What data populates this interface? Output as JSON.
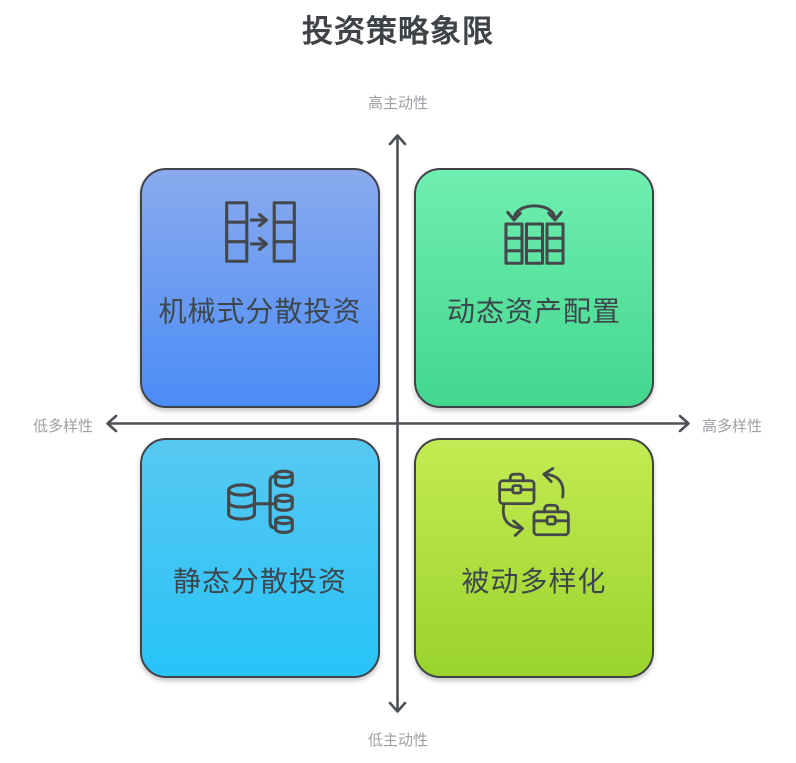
{
  "title": "投资策略象限",
  "axes": {
    "top_label": "高主动性",
    "bottom_label": "低主动性",
    "left_label": "低多样性",
    "right_label": "高多样性"
  },
  "quadrants": [
    {
      "position": "top-left",
      "label": "机械式分散投资",
      "icon": "transfer-columns-icon",
      "gradient_top": "#8aaaee",
      "gradient_bottom": "#4b8df6"
    },
    {
      "position": "top-right",
      "label": "动态资产配置",
      "icon": "rebalance-columns-icon",
      "gradient_top": "#6feeb0",
      "gradient_bottom": "#43d78e"
    },
    {
      "position": "bottom-left",
      "label": "静态分散投资",
      "icon": "database-distribution-icon",
      "gradient_top": "#57c8f2",
      "gradient_bottom": "#27c3f7"
    },
    {
      "position": "bottom-right",
      "label": "被动多样化",
      "icon": "briefcase-swap-icon",
      "gradient_top": "#c3eb53",
      "gradient_bottom": "#9ad32c"
    }
  ],
  "colors": {
    "background-color": "#ffffff",
    "title-color": "#3f4347",
    "axis-color": "#4d5156",
    "axis-label-color": "#9ca0a4",
    "quadrant-border-color": "#3f4347",
    "quadrant-text-color": "#3d464c",
    "icon-stroke-color": "#45484b"
  }
}
